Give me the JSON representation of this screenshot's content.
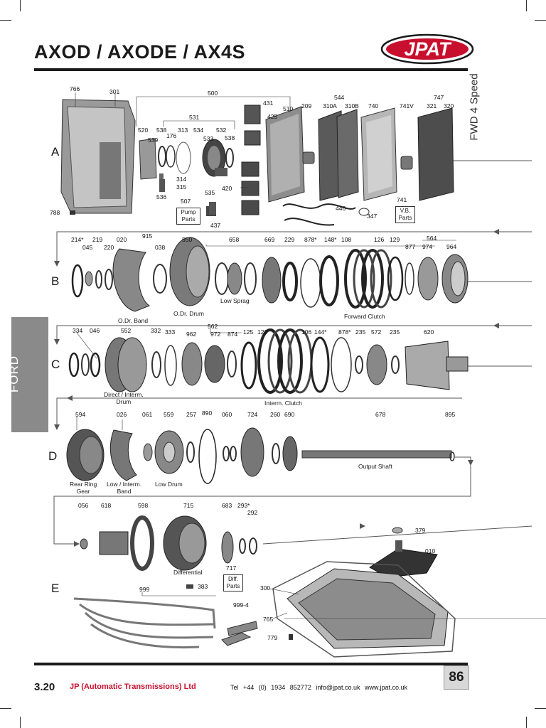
{
  "header": {
    "title": "AXOD / AXODE / AX4S",
    "side_label": "FWD 4 Speed",
    "logo_text": "JPAT",
    "brand_color": "#c8102e"
  },
  "section_tab": {
    "label": "FORD"
  },
  "rows": [
    {
      "letter": "A"
    },
    {
      "letter": "B"
    },
    {
      "letter": "C"
    },
    {
      "letter": "D"
    },
    {
      "letter": "E"
    }
  ],
  "parts": {
    "p766": "766",
    "p301": "301",
    "p500": "500",
    "p431": "431",
    "p425": "425",
    "p510": "510",
    "p209": "209",
    "p544": "544",
    "p310a": "310A",
    "p310b": "310B",
    "p740": "740",
    "p741v": "741V",
    "p747": "747",
    "p321": "321",
    "p320": "320",
    "p531": "531",
    "p520": "520",
    "p538a": "538",
    "p176": "176",
    "p313": "313",
    "p534": "534",
    "p532": "532",
    "p539": "539",
    "p533": "533",
    "p538b": "538",
    "p314": "314",
    "p315": "315",
    "p535": "535",
    "p420": "420",
    "p536": "536",
    "p507": "507",
    "p437": "437",
    "p446": "446",
    "p347": "347",
    "p741": "741",
    "p788": "788",
    "p214": "214*",
    "p045": "045",
    "p219": "219",
    "p220": "220",
    "p020": "020",
    "p915": "915",
    "p038": "038",
    "p550": "550",
    "p658": "658",
    "p669": "669",
    "p229": "229",
    "p878a": "878*",
    "p148": "148*",
    "p108": "108",
    "p126a": "126",
    "p129": "129",
    "p564": "564",
    "p877": "877",
    "p974": "974",
    "p964": "964",
    "p334": "334",
    "p046": "046",
    "p552": "552",
    "p332": "332",
    "p333": "333",
    "p562": "562",
    "p962": "962",
    "p972": "972",
    "p874": "874",
    "p125": "125",
    "p126b": "126",
    "p106": "106",
    "p144": "144*",
    "p878b": "878*",
    "p235a": "235",
    "p572": "572",
    "p235b": "235",
    "p620": "620",
    "p594": "594",
    "p026": "026",
    "p061": "061",
    "p559": "559",
    "p257": "257",
    "p890": "890",
    "p060": "060",
    "p724": "724",
    "p260": "260",
    "p690": "690",
    "p678": "678",
    "p895": "895",
    "p056": "056",
    "p618": "618",
    "p598": "598",
    "p715": "715",
    "p683": "683",
    "p293": "293*",
    "p292": "292",
    "p379": "379",
    "p010": "010",
    "p717": "717",
    "p999": "999",
    "p383": "383",
    "p300": "300",
    "p9994": "999-4",
    "p765": "765",
    "p779": "779"
  },
  "boxes": {
    "pump_parts": "Pump\nParts",
    "vb_parts": "V.B.\nParts",
    "diff_parts": "Diff.\nParts"
  },
  "captions": {
    "od_band": "O.Dr. Band",
    "od_drum": "O.Dr. Drum",
    "low_sprag": "Low Sprag",
    "forward_clutch": "Forward Clutch",
    "direct_interm_drum": "Direct / Interm.\nDrum",
    "interm_clutch": "Interm. Clutch",
    "output_shaft": "Output Shaft",
    "rear_ring_gear": "Rear Ring\nGear",
    "low_interm_band": "Low / Interm.\nBand",
    "low_drum": "Low Drum",
    "differential": "Differential"
  },
  "footer": {
    "section_number": "3.20",
    "company": "JP (Automatic Transmissions) Ltd",
    "contact": "Tel +44 (0) 1934 852772  info@jpat.co.uk  www.jpat.co.uk",
    "page_number": "86"
  }
}
